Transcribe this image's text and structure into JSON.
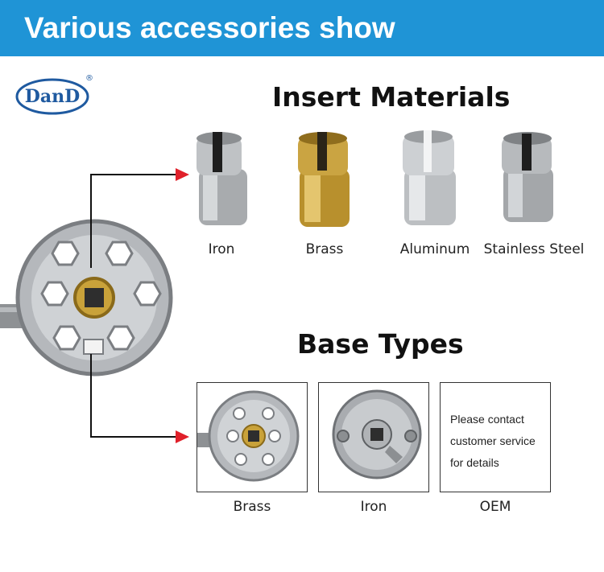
{
  "header": {
    "title": "Various accessories show",
    "background": "#1f94d6"
  },
  "logo": {
    "text": "DanD",
    "mark": "®"
  },
  "insert_section": {
    "title": "Insert Materials",
    "items": [
      {
        "label": "Iron"
      },
      {
        "label": "Brass"
      },
      {
        "label": "Aluminum"
      },
      {
        "label": "Stainless Steel"
      }
    ]
  },
  "base_section": {
    "title": "Base Types",
    "items": [
      {
        "label": "Brass"
      },
      {
        "label": "Iron"
      },
      {
        "label": "OEM",
        "box_text": "Please contact customer service for details"
      }
    ]
  },
  "colors": {
    "arrow": "#e0202a",
    "brass": "#c9a23a",
    "steel": "#b9bcc0"
  }
}
